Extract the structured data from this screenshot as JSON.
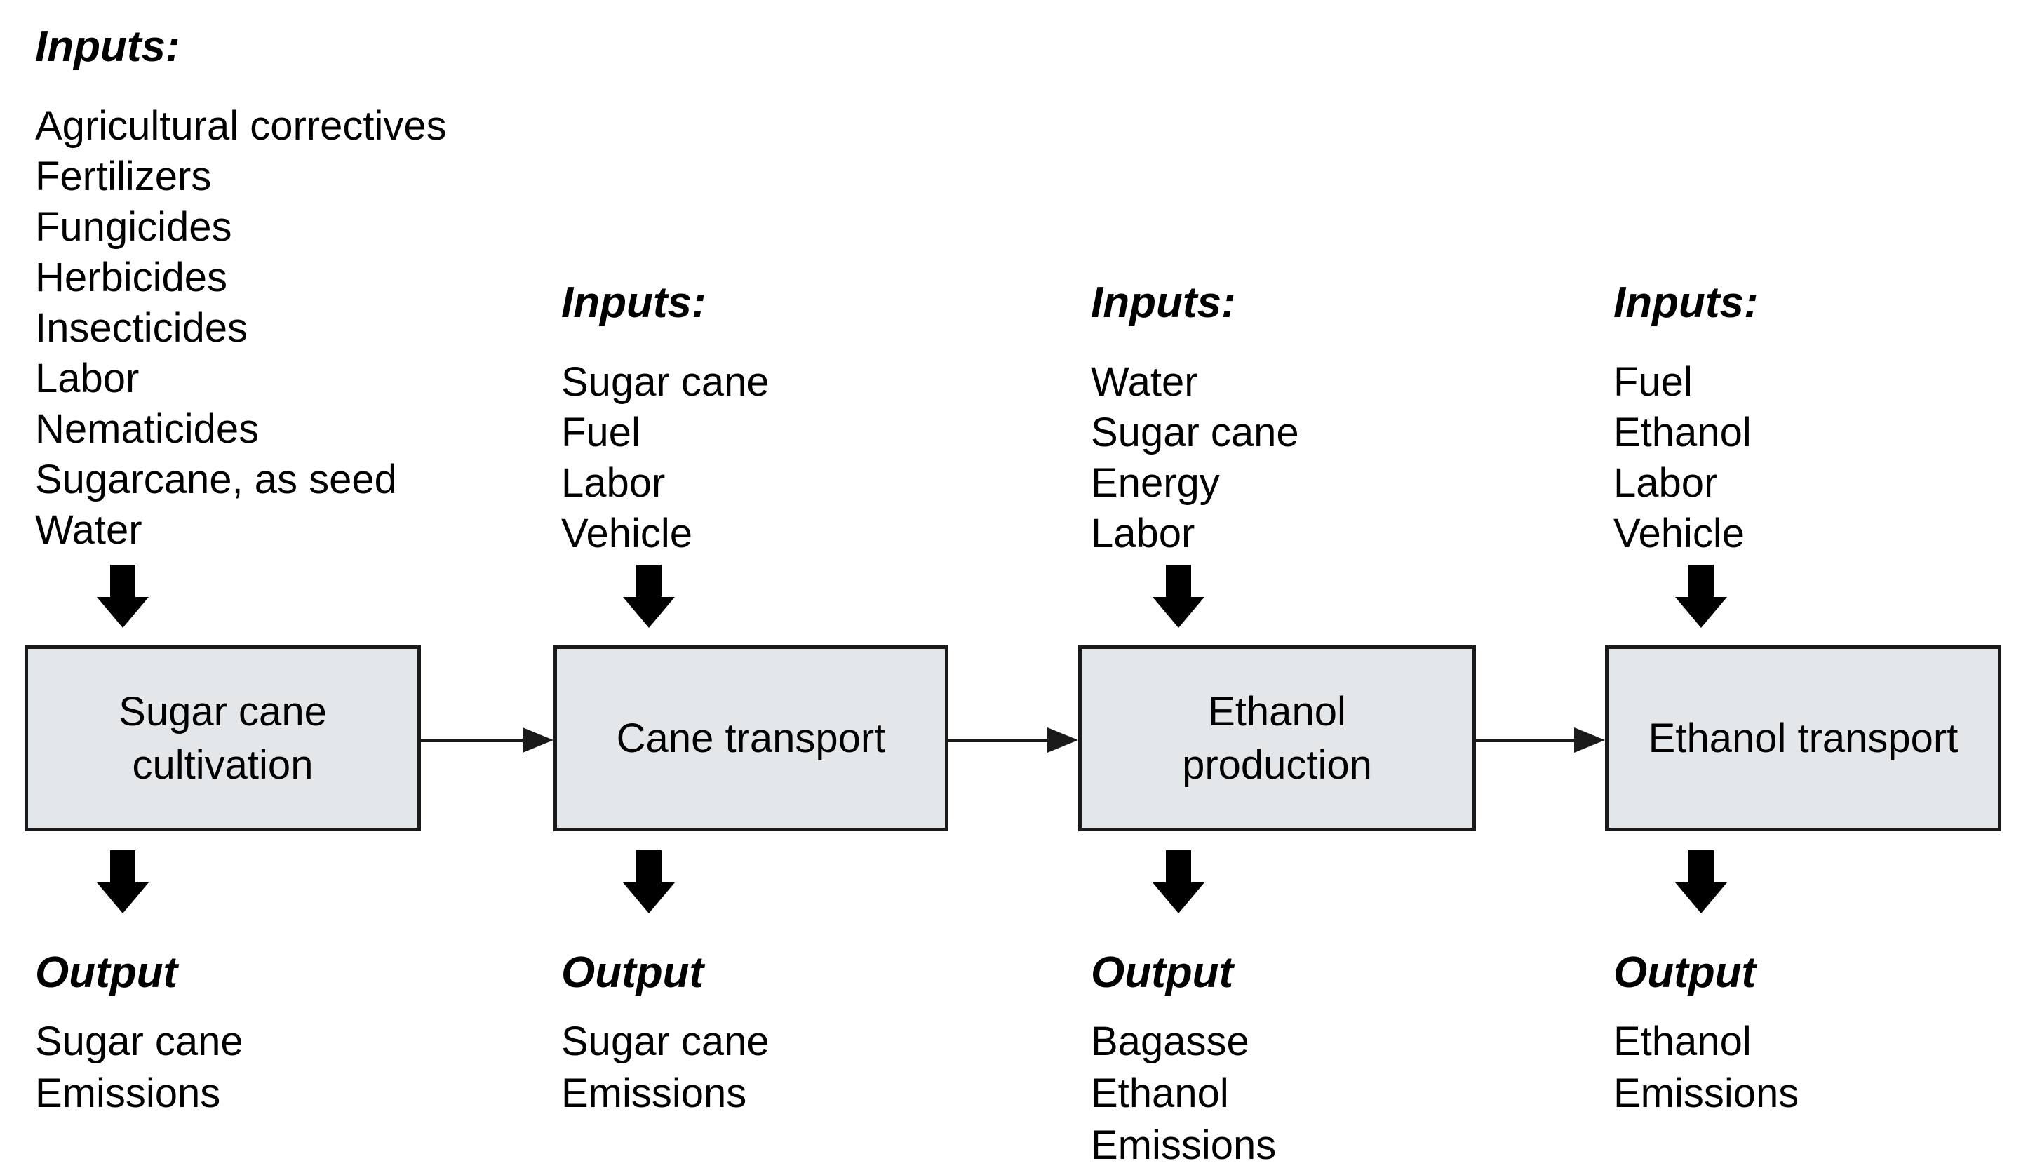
{
  "diagram": {
    "type": "process-flow",
    "background": "#ffffff",
    "box_fill": "#e4e7ea",
    "box_border": "#1a1a1a",
    "arrow_color": "#000000",
    "text_color": "#000000",
    "icons": {
      "down_arrow": "solid black block arrow pointing down",
      "flow_arrow": "thin right arrow with solid triangular head"
    },
    "stages": [
      {
        "inputs_label": "Inputs:",
        "inputs": [
          "Agricultural correctives",
          "Fertilizers",
          "Fungicides",
          "Herbicides",
          "Insecticides",
          "Labor",
          "Nematicides",
          "Sugarcane, as seed",
          "Water"
        ],
        "box_label": "Sugar cane\ncultivation",
        "output_label": "Output",
        "outputs": [
          "Sugar cane",
          "Emissions"
        ]
      },
      {
        "inputs_label": "Inputs:",
        "inputs": [
          "Sugar cane",
          "Fuel",
          "Labor",
          "Vehicle"
        ],
        "box_label": "Cane transport",
        "output_label": "Output",
        "outputs": [
          "Sugar cane",
          "Emissions"
        ]
      },
      {
        "inputs_label": "Inputs:",
        "inputs": [
          "Water",
          "Sugar cane",
          "Energy",
          "Labor"
        ],
        "box_label": "Ethanol\nproduction",
        "output_label": "Output",
        "outputs": [
          "Bagasse",
          "Ethanol",
          "Emissions"
        ]
      },
      {
        "inputs_label": "Inputs:",
        "inputs": [
          "Fuel",
          "Ethanol",
          "Labor",
          "Vehicle"
        ],
        "box_label": "Ethanol transport",
        "output_label": "Output",
        "outputs": [
          "Ethanol",
          "Emissions"
        ]
      }
    ]
  }
}
